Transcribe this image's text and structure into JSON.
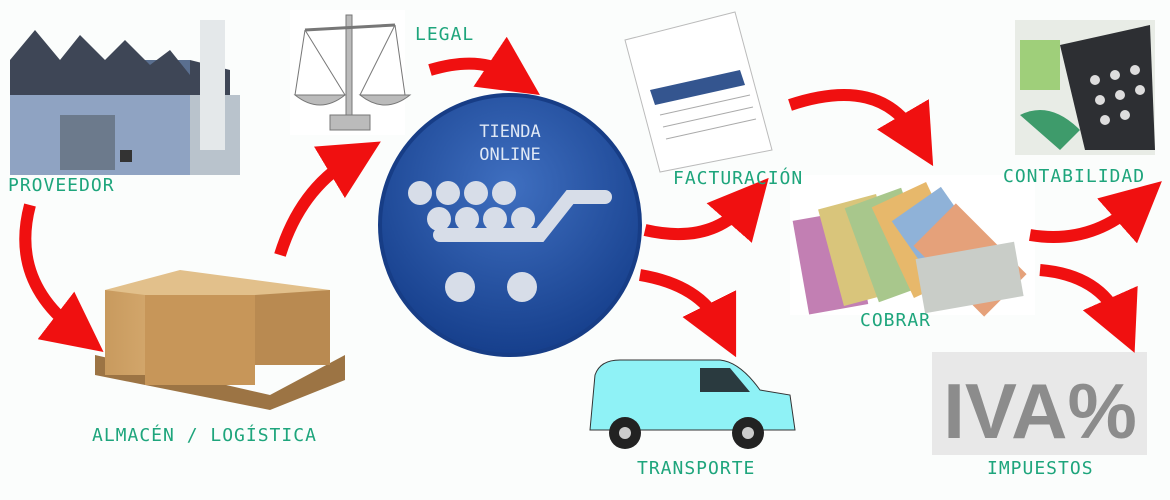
{
  "title": "Tienda online",
  "center": {
    "line1": "TIENDA",
    "line2": "ONLINE"
  },
  "labels": {
    "proveedor": "PROVEEDOR",
    "legal": "LEGAL",
    "facturacion": "FACTURACIÓN",
    "contabilidad": "CONTABILIDAD",
    "cobrar": "COBRAR",
    "almacen": "ALMACÉN / LOGÍSTICA",
    "transporte": "TRANSPORTE",
    "impuestos": "IMPUESTOS"
  },
  "iva_graphic": "IVA%",
  "colors": {
    "label": "#1ea57c",
    "arrow": "#f01010",
    "circle": "#1c4a9c"
  }
}
